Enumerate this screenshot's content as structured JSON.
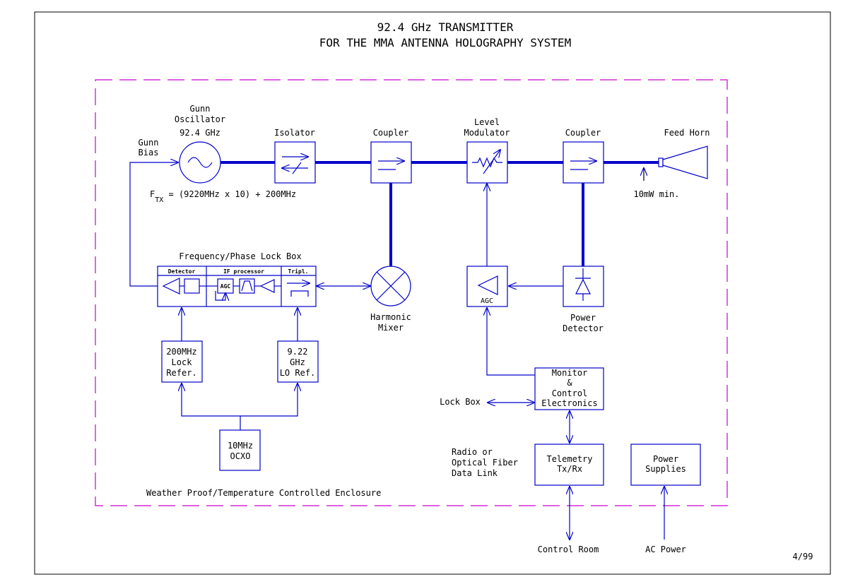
{
  "title": {
    "line1": "92.4 GHz TRANSMITTER",
    "line2": "FOR THE MMA ANTENNA HOLOGRAPHY SYSTEM"
  },
  "labels": {
    "gunn_osc_1": "Gunn",
    "gunn_osc_2": "Oscillator",
    "gunn_freq": "92.4 GHz",
    "gunn_bias_1": "Gunn",
    "gunn_bias_2": "Bias",
    "isolator": "Isolator",
    "coupler1": "Coupler",
    "level_mod_1": "Level",
    "level_mod_2": "Modulator",
    "coupler2": "Coupler",
    "feed_horn": "Feed Horn",
    "power_level": "10mW min.",
    "ftx_f": "F",
    "ftx_sub": "TX",
    "ftx_eq": " = (9220MHz x 10) + 200MHz",
    "pll_box": "Frequency/Phase Lock Box",
    "detector": "Detector",
    "if_processor": "IF processor",
    "tripl": "Tripl.",
    "agc_small": "AGC",
    "harmonic_mixer_1": "Harmonic",
    "harmonic_mixer_2": "Mixer",
    "agc": "AGC",
    "power_det_1": "Power",
    "power_det_2": "Detector",
    "ref200_1": "200MHz",
    "ref200_2": "Lock",
    "ref200_3": "Refer.",
    "lo_1": "9.22",
    "lo_2": "GHz",
    "lo_3": "LO Ref.",
    "ocxo_1": "10MHz",
    "ocxo_2": "OCXO",
    "mce_1": "Monitor",
    "mce_2": "&",
    "mce_3": "Control",
    "mce_4": "Electronics",
    "lock_box": "Lock Box",
    "radio_1": "Radio or",
    "radio_2": "Optical Fiber",
    "radio_3": "Data Link",
    "telemetry_1": "Telemetry",
    "telemetry_2": "Tx/Rx",
    "psu_1": "Power",
    "psu_2": "Supplies",
    "enclosure": "Weather Proof/Temperature Controlled Enclosure",
    "control_room": "Control Room",
    "ac_power": "AC Power",
    "date": "4/99"
  },
  "colors": {
    "line": "#0000cc",
    "enclosure": "#cc00cc",
    "text": "#000000"
  }
}
